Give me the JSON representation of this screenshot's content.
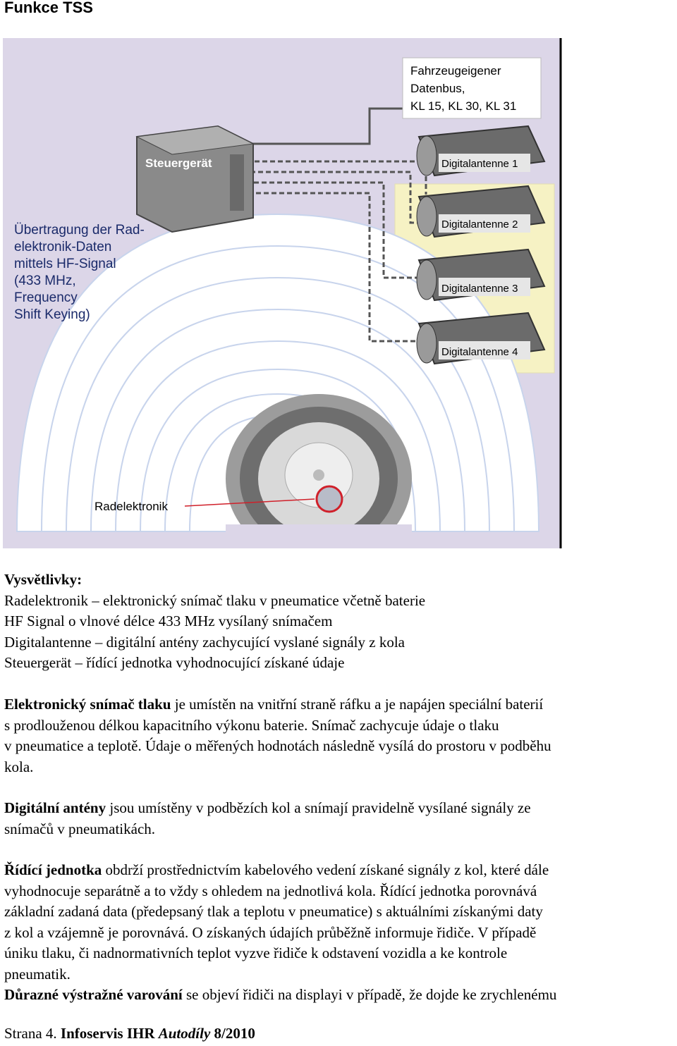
{
  "page_title": "Funkce TSS",
  "figure": {
    "label_datenbus": [
      "Fahrzeugeigener",
      "Datenbus,",
      "KL 15, KL 30, KL 31"
    ],
    "label_steuergeraet": "Steuergerät",
    "label_uebertragung": [
      "Übertragung der Rad-",
      "elektronik-Daten",
      "mittels HF-Signal",
      "(433 MHz,",
      "Frequency",
      "Shift Keying)"
    ],
    "antennas": [
      "Digitalantenne 1",
      "Digitalantenne 2",
      "Digitalantenne 3",
      "Digitalantenne 4"
    ],
    "label_radelektronik": "Radelektronik",
    "colors": {
      "background": "#dcd6e8",
      "highlight": "#f6f2c4",
      "waves": "#ffffff",
      "marker": "#d0202a"
    }
  },
  "legend": {
    "heading": "Vysvětlivky:",
    "lines": [
      "Radelektronik – elektronický snímač tlaku v pneumatice včetně baterie",
      "HF Signal o vlnové délce 433 MHz vysílaný snímačem",
      "Digitalantenne – digitální antény zachycující vyslané signály z kola",
      "Steuergerät – řídící jednotka vyhodnocující získané údaje"
    ]
  },
  "paragraph1": {
    "bold": "Elektronický snímač tlaku",
    "lines": [
      " je umístěn na vnitřní straně ráfku a je napájen speciální baterií",
      "s prodlouženou délkou kapacitního výkonu baterie. Snímač zachycuje údaje o tlaku",
      "v pneumatice a teplotě. Údaje o měřených hodnotách následně vysílá do prostoru v podběhu",
      "kola."
    ]
  },
  "paragraph2": {
    "bold": "Digitální antény",
    "lines": [
      " jsou umístěny v podbězích kol a snímají pravidelně vysílané signály ze",
      "snímačů v pneumatikách."
    ]
  },
  "paragraph3": {
    "bold": "Řídící jednotka",
    "lines": [
      " obdrží prostřednictvím kabelového vedení získané signály z kol, které dále",
      "vyhodnocuje separátně a to vždy s ohledem na jednotlivá kola. Řídící jednotka porovnává",
      "základní zadaná data (předepsaný tlak a teplotu v pneumatice) s aktuálními získanými daty",
      "z kol a vzájemně je porovnává. O získaných údajích průběžně informuje řidiče. V případě",
      "úniku tlaku, či nadnormativních teplot vyzve řidiče k odstavení vozidla a ke kontrole",
      "pneumatik."
    ]
  },
  "paragraph4": {
    "bold": "Důrazné výstražné varování",
    "rest": " se objeví řidiči na displayi v případě, že dojde ke zrychlenému"
  },
  "footer": {
    "page": "Strana 4.",
    "publisher": "Infoservis IHR",
    "brand": "Autodíly",
    "issue": "8/2010"
  }
}
